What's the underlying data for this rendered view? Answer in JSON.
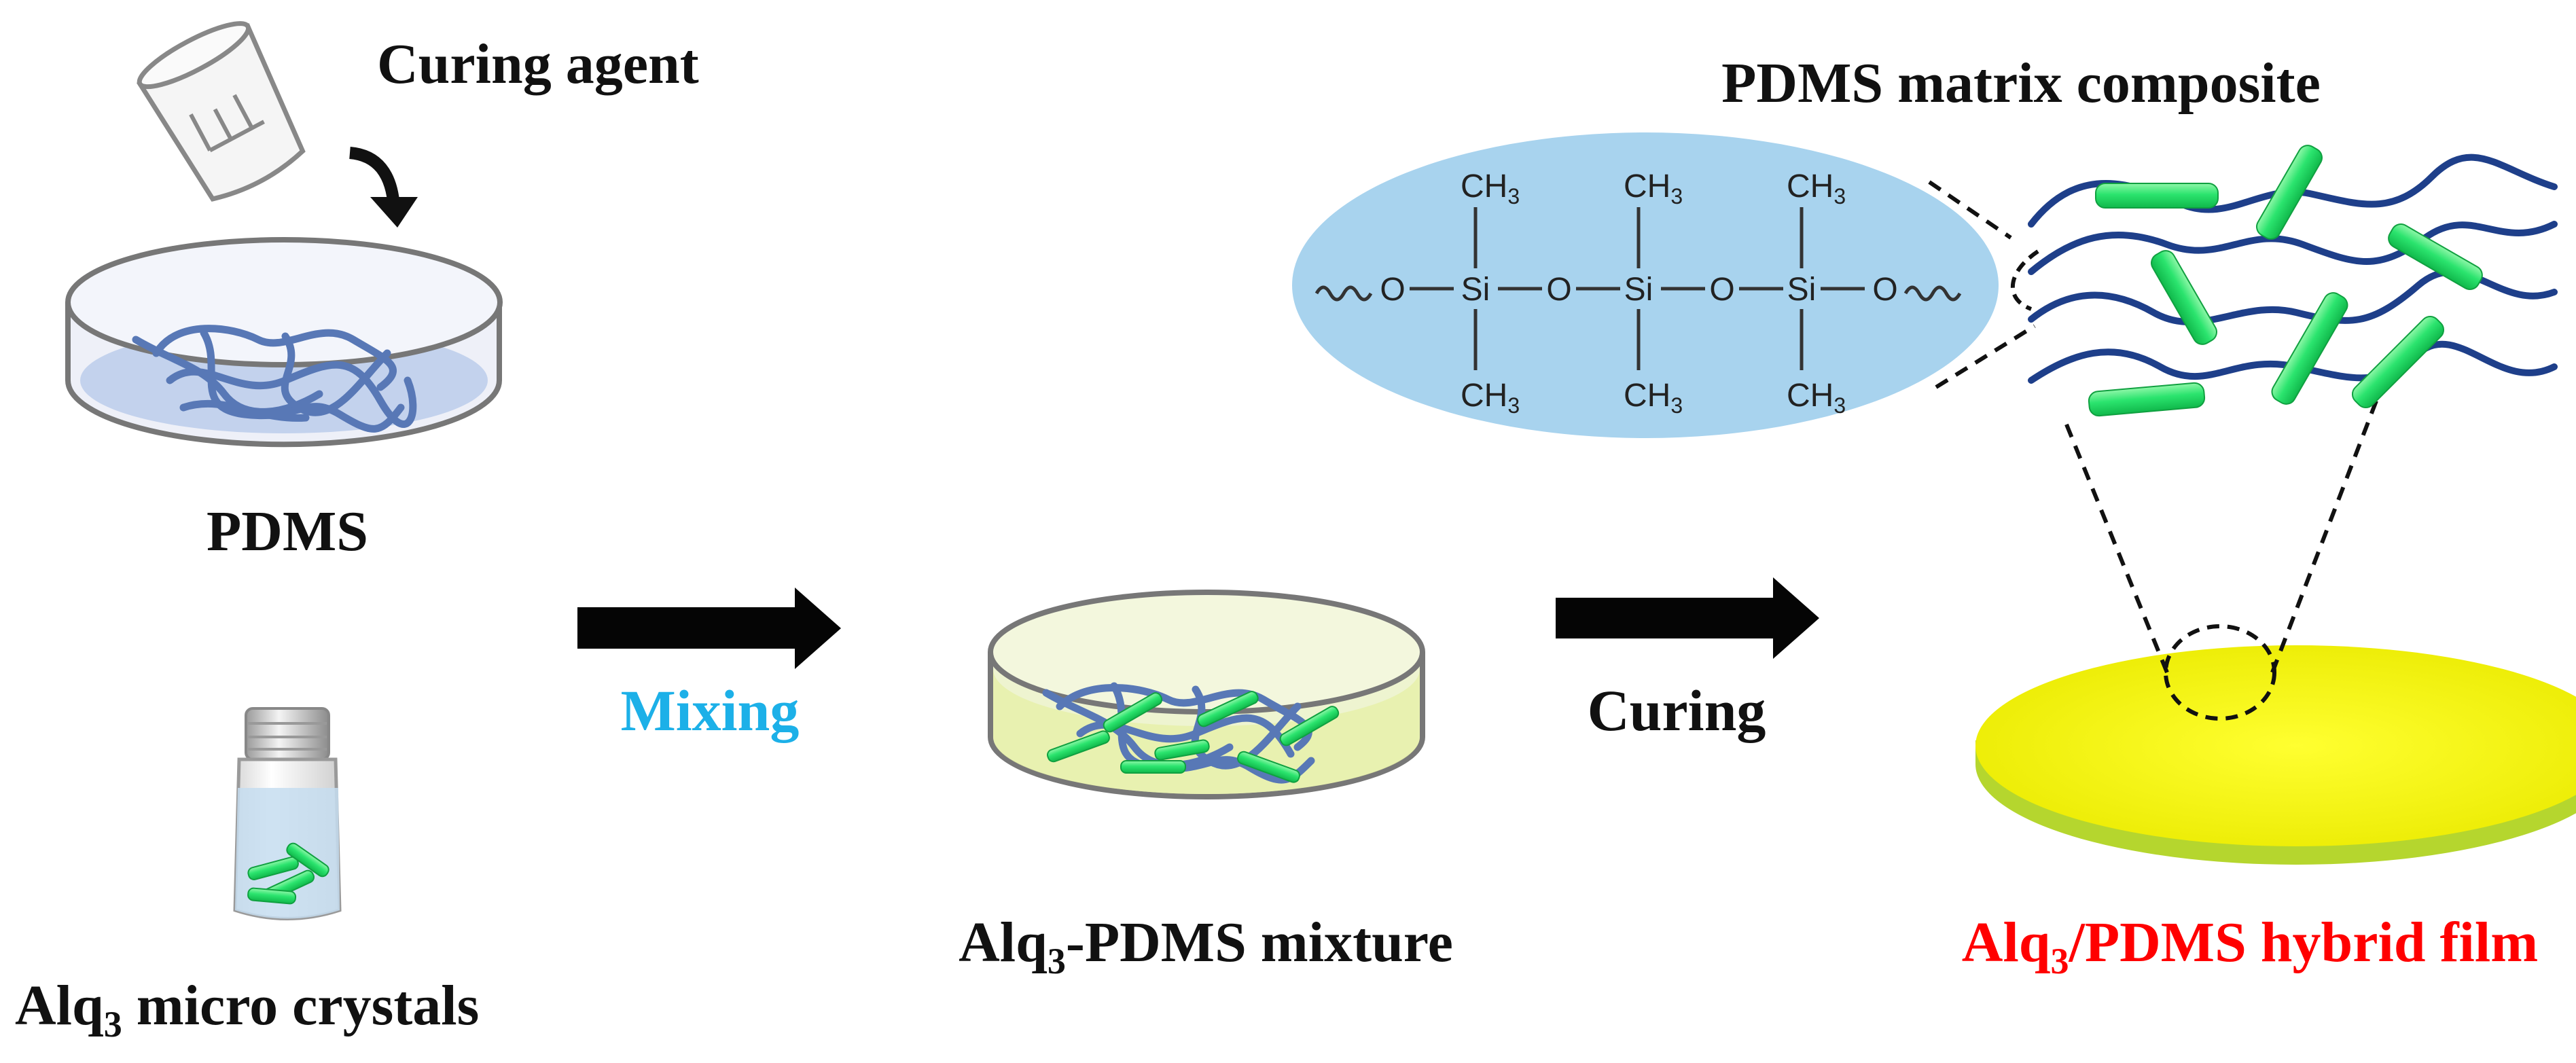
{
  "labels": {
    "curing_agent": "Curing agent",
    "pdms": "PDMS",
    "alq3_crystals_prefix": "Alq",
    "alq3_crystals_sub": "3",
    "alq3_crystals_suffix": " micro crystals",
    "mixing": "Mixing",
    "mixture_prefix": "Alq",
    "mixture_sub": "3",
    "mixture_suffix": "-PDMS mixture",
    "curing": "Curing",
    "matrix_title": "PDMS matrix composite",
    "film_prefix": "Alq",
    "film_sub": "3",
    "film_suffix": "/PDMS hybrid film"
  },
  "chem": {
    "ch": "CH",
    "ch_sub": "3",
    "si": "Si",
    "o": "O"
  },
  "colors": {
    "mixing": "#1cb0e8",
    "film_label": "#ff0000",
    "polymer": "#4f74b3",
    "crystal": "#22dd66",
    "film": "#f2f20a",
    "ellipse": "#a8d3ee"
  }
}
